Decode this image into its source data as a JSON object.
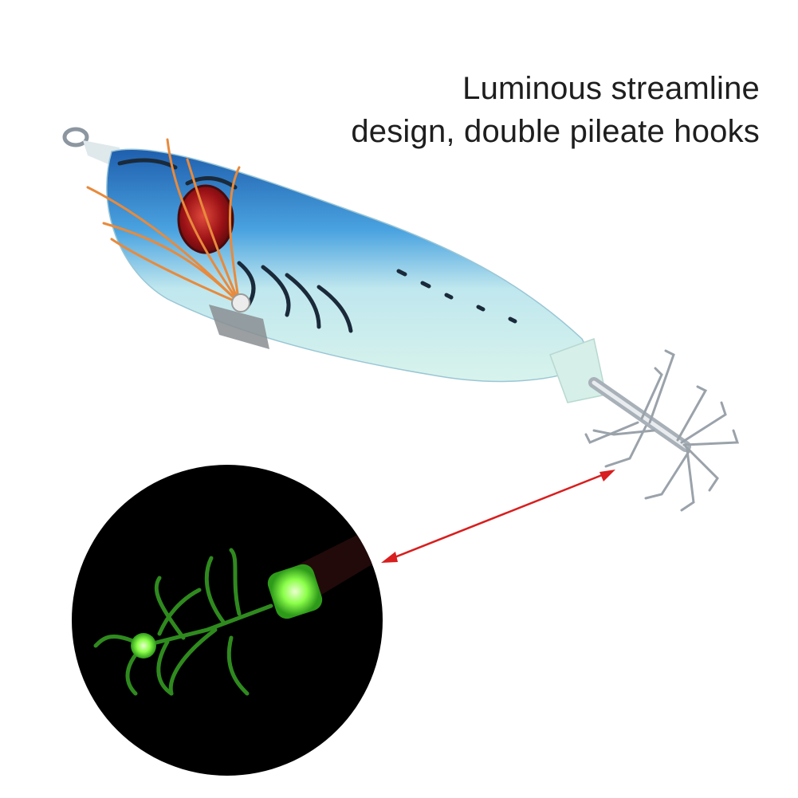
{
  "caption": {
    "line1": "Luminous streamline",
    "line2": "design, double pileate hooks"
  },
  "colors": {
    "background": "#ffffff",
    "caption_text": "#1e1e1e",
    "lure_blue": "#3b8fd6",
    "lure_glow": "#cfeee6",
    "eye_red": "#b0181c",
    "feather_orange": "#e88a3c",
    "glow_green": "#6cff3a",
    "arrow_red": "#d81e1e",
    "inset_background": "#000000"
  },
  "icons": {
    "lure": "squid-jig-lure",
    "inset": "glow-in-dark-closeup",
    "arrow": "double-headed-arrow"
  }
}
